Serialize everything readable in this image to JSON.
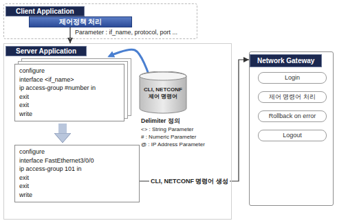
{
  "diagram": {
    "nodes": [
      {
        "text": [
          "Client Application"
        ]
      },
      {
        "text": [
          "제어정책 처리"
        ],
        "in": 0
      },
      {
        "text": [
          "Server Application"
        ]
      },
      {
        "text": [
          "configure",
          "interface <if_name>",
          "ip access-group #number in",
          "exit",
          "exit",
          "write"
        ],
        "in": 2
      },
      {
        "text": [
          "CLI, NETCONF 제어 명령어"
        ],
        "in": 2
      },
      {
        "text": [
          "configure",
          "interface FastEthernet3/0/0",
          "ip access-group 101 in",
          "exit",
          "exit",
          "write"
        ],
        "in": 2
      },
      {
        "text": [
          "Network Gateway"
        ]
      },
      {
        "text": [
          "Login"
        ],
        "in": 6
      },
      {
        "text": [
          "제어 명령어 처리"
        ],
        "in": 6
      },
      {
        "text": [
          "Rollback on error"
        ],
        "in": 6
      },
      {
        "text": [
          "Logout"
        ],
        "in": 6
      }
    ],
    "edges": [
      {
        "from": 1,
        "to": 2,
        "label": "Parameter : if_name, protocol, port ...",
        "arrow": "to"
      },
      {
        "from": 4,
        "to": 3,
        "arrow": "to"
      },
      {
        "from": 3,
        "to": 5,
        "arrow": "to"
      },
      {
        "from": 5,
        "to": 6,
        "label": "CLI, NETCONF 명령어 생성",
        "arrow": "to"
      }
    ],
    "labels": [
      "Delimiter 정의",
      "<> : String Parameter",
      "# : Numeric Parameter",
      "@ : IP Address Parameter"
    ]
  }
}
